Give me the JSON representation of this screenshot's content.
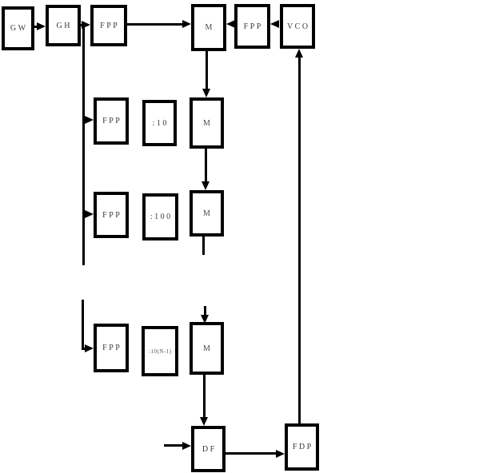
{
  "diagram": {
    "type": "block-diagram",
    "description": "Frequency synthesizer / PLL block diagram",
    "background_color": "#ffffff",
    "line_color": "#000000",
    "label_color": "#3a3a3a",
    "blocks": [
      {
        "id": "gw",
        "label": "GW"
      },
      {
        "id": "gh",
        "label": "GH"
      },
      {
        "id": "fpp-top",
        "label": "FPP"
      },
      {
        "id": "mixer-1",
        "label": "M"
      },
      {
        "id": "fpp-right",
        "label": "FPP"
      },
      {
        "id": "vco",
        "label": "VCO"
      },
      {
        "id": "fpp-row2",
        "label": "FPP"
      },
      {
        "id": "divider-10",
        "label": ":10"
      },
      {
        "id": "mixer-2",
        "label": "M"
      },
      {
        "id": "fpp-row3",
        "label": "FPP"
      },
      {
        "id": "divider-100",
        "label": ":100"
      },
      {
        "id": "mixer-3",
        "label": "M"
      },
      {
        "id": "fpp-row4",
        "label": "FPP"
      },
      {
        "id": "divider-10n",
        "label": ":10(N-1)"
      },
      {
        "id": "mixer-4",
        "label": "M"
      },
      {
        "id": "df",
        "label": "DF"
      },
      {
        "id": "fdp",
        "label": "FDP"
      }
    ],
    "connections": [
      "GW -> GH",
      "GH -> FPP(top)",
      "GH junction -> vertical bus feeding FPP row2, row3, row4 (broken between row3 and row4)",
      "FPP(top) -> M1",
      "VCO -> FPP(right) -> M1",
      "M1 -> M2 (down)",
      "FPP(row2) -> :10 -> M2",
      "M2 -> M3 (down)",
      "FPP(row3) -> :100 -> M3",
      "M3 -> ... (broken line) ... -> M4 (down)",
      "FPP(row4) -> :10(N-1) -> M4",
      "M4 -> DF (down)",
      "external input -> DF (left)",
      "DF -> FDP",
      "FDP -> VCO (up)"
    ]
  }
}
